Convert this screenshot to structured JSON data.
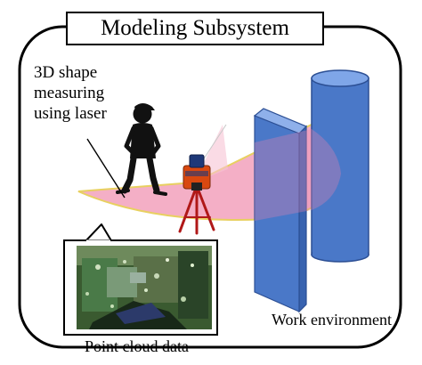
{
  "title": "Modeling Subsystem",
  "labels": {
    "laser_line1": "3D shape",
    "laser_line2": "measuring",
    "laser_line3": "using laser",
    "work_environment": "Work environment",
    "point_cloud": "Point cloud data"
  },
  "colors": {
    "frame_stroke": "#000000",
    "laser_fill": "#f3a6c0",
    "laser_edge": "#e8d060",
    "cylinder_fill": "#4a78c8",
    "cylinder_top": "#7fa6e8",
    "cylinder_stroke": "#2c4f94",
    "box_front": "#4a78c8",
    "box_side": "#3863b0",
    "box_top": "#8fb0ea",
    "tripod": "#b01818",
    "scanner_body": "#d84810",
    "scanner_head": "#1e3878",
    "person": "#111111",
    "pointcloud_bg": "#3a5a30"
  },
  "icons": {
    "person": "person-silhouette-icon",
    "scanner": "laser-scanner-icon",
    "tripod": "tripod-icon"
  }
}
